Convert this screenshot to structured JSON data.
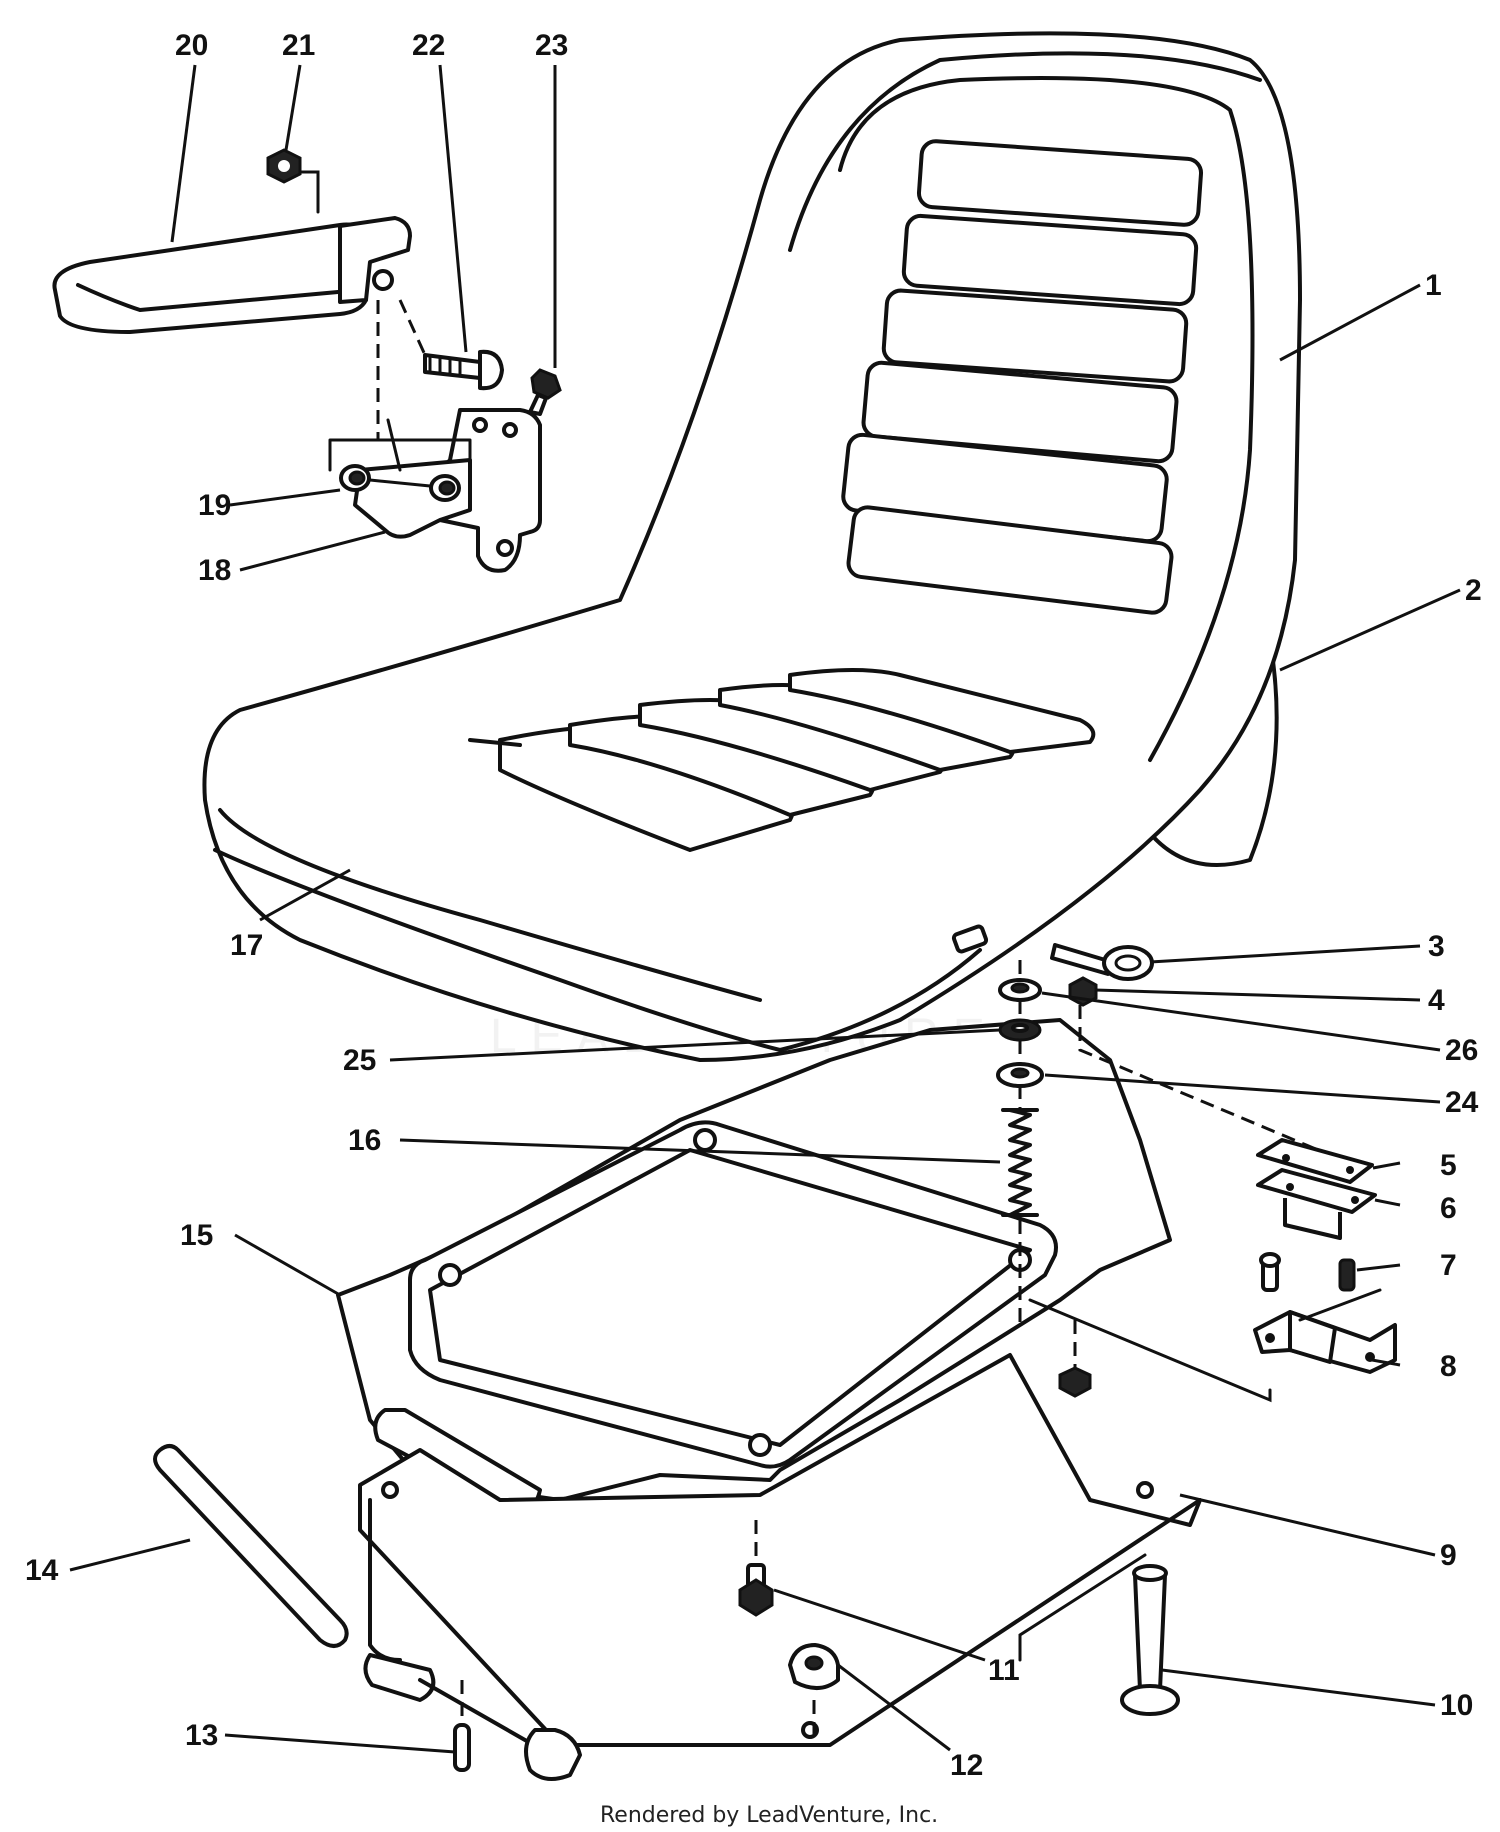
{
  "diagram": {
    "labels": [
      "1",
      "2",
      "3",
      "4",
      "5",
      "6",
      "7",
      "8",
      "9",
      "10",
      "11",
      "12",
      "13",
      "14",
      "15",
      "16",
      "17",
      "18",
      "19",
      "20",
      "21",
      "22",
      "23",
      "24",
      "25",
      "26"
    ],
    "credit": "Rendered by LeadVenture, Inc.",
    "watermark": "LEADVENTURE"
  }
}
